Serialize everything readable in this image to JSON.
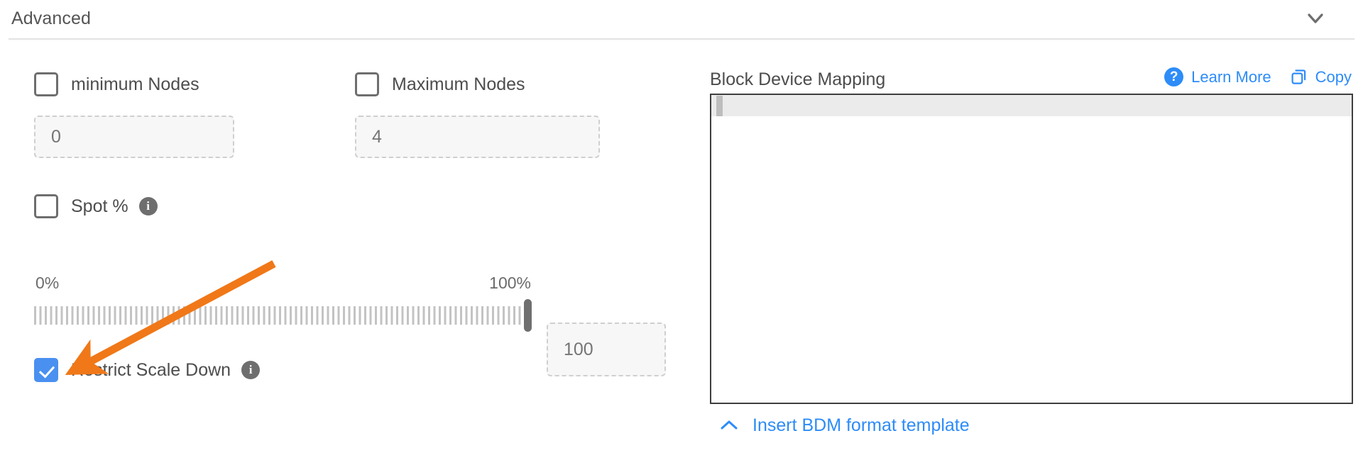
{
  "section": {
    "title": "Advanced",
    "collapse_icon": "chevron-down-icon"
  },
  "left": {
    "min_nodes": {
      "label": "minimum Nodes",
      "checked": false,
      "input_value": "",
      "input_placeholder": "0"
    },
    "max_nodes": {
      "label": "Maximum Nodes",
      "checked": false,
      "input_value": "",
      "input_placeholder": "4"
    },
    "spot": {
      "label": "Spot %",
      "checked": false,
      "info_icon": "info-icon"
    },
    "slider": {
      "min_label": "0%",
      "max_label": "100%",
      "value": 100,
      "min": 0,
      "max": 100,
      "value_input": "",
      "value_placeholder": "100"
    },
    "restrict_scale_down": {
      "label": "Restrict Scale Down",
      "checked": true,
      "info_icon": "info-icon"
    }
  },
  "right": {
    "title": "Block Device Mapping",
    "learn_more": {
      "label": "Learn More",
      "icon": "question-circle-icon"
    },
    "copy": {
      "label": "Copy",
      "icon": "copy-icon"
    },
    "editor": {
      "content": "",
      "active_line": 1
    },
    "footer": {
      "label": "Insert BDM format template",
      "icon": "chevron-up-icon"
    }
  },
  "colors": {
    "accent_blue": "#2d8cf8",
    "checkbox_checked": "#4a90f0",
    "annotation_orange": "#f07818",
    "text_gray": "#4d4d4d",
    "divider": "#e2e2e2"
  },
  "annotation": {
    "type": "arrow",
    "points_to": "restrict-scale-down-checkbox",
    "color": "#f07818"
  }
}
